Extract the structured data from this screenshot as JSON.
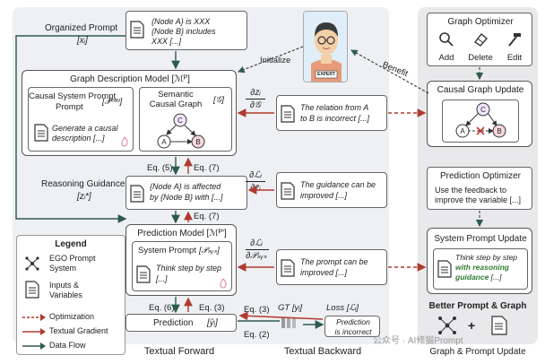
{
  "organized_prompt": {
    "label": "Organized Prompt",
    "var": "[xᵢ]",
    "lines": [
      "{Node A} is XXX",
      "{Node B} includes",
      "XXX [...]"
    ]
  },
  "initialize": "Initialize",
  "benefit": "Benefit",
  "expert_badge": "EXPERT",
  "graph_model": {
    "title": "Graph Description Model [ℳᴾ]",
    "causal_prompt_title": "Causal System Prompt",
    "causal_prompt_var": "[𝒫ᶜᵃᵘ]",
    "causal_prompt_lines": [
      "Generate a causal",
      "description [...]"
    ],
    "semantic_title": "Semantic",
    "semantic_sub": "Causal Graph",
    "semantic_var": "[𝒢]",
    "nodes": [
      "C",
      "A",
      "B"
    ]
  },
  "grad_graph": {
    "frac_top": "∂zᵢ",
    "frac_bot": "∂𝒢",
    "lines": [
      "The relation from A",
      "to B is incorrect [...]"
    ]
  },
  "eq5": "Eq. (5)",
  "eq7a": "Eq. (7)",
  "eq7b": "Eq. (7)",
  "reasoning": {
    "label": "Reasoning Guidance",
    "var": "[zᵢ*]",
    "lines": [
      "{Node A} is affected",
      "by {Node B} with [...]"
    ]
  },
  "grad_reason": {
    "frac_top": "∂ℒᵢ",
    "frac_bot": "∂zᵢ",
    "lines": [
      "The guidance can be",
      "improved [...]"
    ]
  },
  "prediction_model": {
    "title": "Prediction Model [ℳᴾ']",
    "sys_title": "System Prompt",
    "sys_var": "[𝒫ₛᵧₛ]",
    "sys_lines": [
      "Think step by step",
      "[...]"
    ]
  },
  "grad_sys": {
    "frac_top": "∂ℒᵢ",
    "frac_bot": "∂𝒫ₛᵧₛ",
    "lines": [
      "The prompt can be",
      "improved [...]"
    ]
  },
  "eq6": "Eq. (6)",
  "eq3a": "Eq. (3)",
  "eq3b": "Eq. (3)",
  "eq2": "Eq. (2)",
  "prediction": {
    "label": "Prediction",
    "var": "[ŷᵢ]"
  },
  "gt": "GT [yᵢ]",
  "loss": {
    "label": "Loss [ℒᵢ]",
    "lines": [
      "Prediction",
      "is incorrect"
    ]
  },
  "legend": {
    "title": "Legend",
    "items": [
      "EGO Prompt",
      "System",
      "Inputs &",
      "Variables",
      "Optimization",
      "Textual Gradient",
      "Data Flow"
    ]
  },
  "graph_optimizer": {
    "title": "Graph Optimizer",
    "actions": [
      "Add",
      "Delete",
      "Edit"
    ]
  },
  "causal_update": {
    "title": "Causal Graph Update",
    "nodes": [
      "C",
      "A",
      "B"
    ]
  },
  "prediction_optimizer": {
    "title": "Prediction Optimizer",
    "lines": [
      "Use the feedback to",
      "improve the variable [...]"
    ]
  },
  "sys_update": {
    "title": "System Prompt Update",
    "line1": "Think step by step",
    "line2": "with reasoning",
    "line3": "guidance",
    "line3_tail": " [...]"
  },
  "better": "Better Prompt & Graph",
  "footer": {
    "forward": "Textual Forward",
    "backward": "Textual Backward",
    "right": "Graph & Prompt Update"
  },
  "watermark": "公众号 · AI修猫Prompt",
  "colors": {
    "red": "#b03a2e",
    "green": "#2e5b4a",
    "panel": "#eef0f4",
    "dark": "#333333"
  }
}
